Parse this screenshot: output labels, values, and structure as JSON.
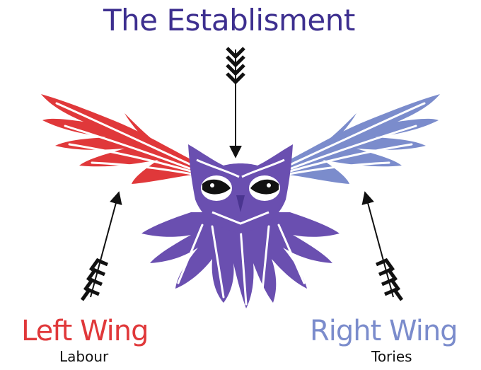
{
  "diagram": {
    "title": "The Establisment",
    "left": {
      "label": "Left Wing",
      "sublabel": "Labour"
    },
    "right": {
      "label": "Right Wing",
      "sublabel": "Tories"
    }
  },
  "colors": {
    "title": "#3d2f8f",
    "left_wing": "#e0383a",
    "right_wing": "#7b8ccc",
    "owl_body": "#6a4fb0",
    "arrow": "#111111"
  },
  "icons": {
    "owl": "owl-icon",
    "arrow": "arrow-icon"
  }
}
